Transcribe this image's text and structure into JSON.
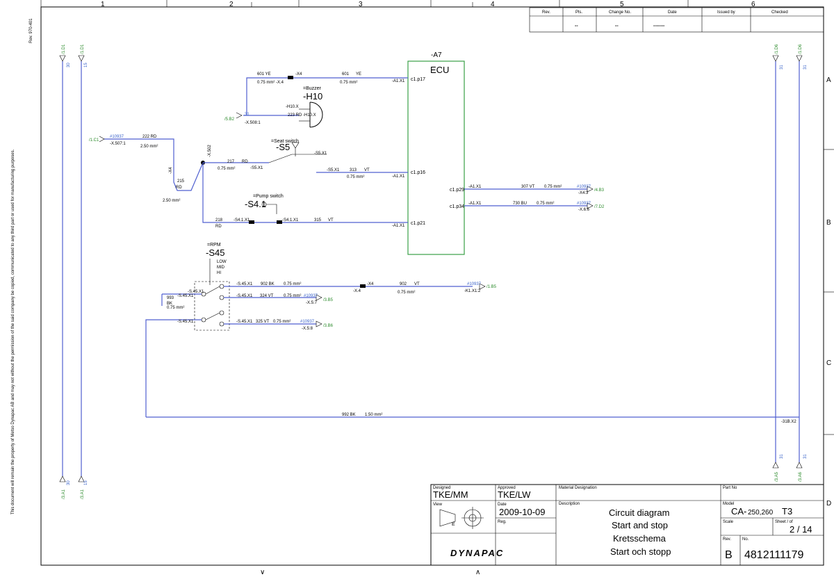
{
  "border": {
    "columns": [
      "1",
      "2",
      "3",
      "4",
      "5",
      "6"
    ],
    "rows": [
      "A",
      "B",
      "C",
      "D"
    ],
    "rev_code": "Rev. 970-401",
    "side_note": "This document will remain the property of Metso Dynapac AB and may not without the permission of the said company be copied, communicated to any third part or used for manufacturing purposes."
  },
  "revision_table": {
    "headers": [
      "Rev.",
      "Pls.",
      "Change No.",
      "Date",
      "Issued by",
      "Checked"
    ],
    "row": [
      "",
      "--",
      "--",
      "-------",
      "",
      ""
    ]
  },
  "ecu": {
    "ref": "-A7",
    "name": "ECU",
    "pins": [
      "c1.p17",
      "c1.p16",
      "c1.p21",
      "c1.p29",
      "c1.p34"
    ]
  },
  "components": {
    "buzzer_desc": "=Buzzer",
    "buzzer_ref": "-H10",
    "seat_desc": "=Seat switch",
    "seat_ref": "-S5",
    "pump_desc": "=Pump switch",
    "pump_ref": "-S4.1",
    "rpm_desc": "=RPM",
    "rpm_ref": "-S45",
    "rpm_positions": [
      "LOW",
      "MID",
      "HI"
    ]
  },
  "wires": {
    "w601_a": "601 YE",
    "w601_b": "601",
    "ye": "YE",
    "w223": "223 RD",
    "w222": "222 RD",
    "w217": "217",
    "rd": "RD",
    "w215": "215",
    "w313": "313",
    "vt": "VT",
    "w218": "218",
    "w315": "315",
    "w307": "307 VT",
    "w730": "730 BU",
    "w902bk": "902 BK",
    "w324": "324 VT",
    "w325": "325 VT",
    "w902": "902",
    "w993": "993",
    "bk": "BK",
    "w992": "992 BK",
    "s075": "0.75 mm²",
    "s250": "2.50 mm²",
    "s150": "1.50 mm²"
  },
  "refs": {
    "r1d1": "/1.D1",
    "r1c1": "/1.C1",
    "r5b2": "/5.B2",
    "r4b3": "/4.B3",
    "r7d2": "/7.D2",
    "r1b5": "/1.B5",
    "r3b5": "/3.B5",
    "r3b6": "/3.B6",
    "r1d6": "/1.D6",
    "r3a5": "/3.A5",
    "r3a6": "/3.A6",
    "r3a1": "/3.A1",
    "ref10937": "#10937",
    "n30": "30",
    "n15": "15",
    "n31": "31",
    "n31b": "31"
  },
  "connectors": {
    "x4": "-X4",
    "x4b": "-X.4",
    "a1x1": "-A1.X1",
    "h10x": "-H10.X",
    "x508": "-X.508:1",
    "x507": "-X.507:1",
    "x502": "-X.502",
    "s5x1": "-S5.X1",
    "s41x1": "-S4.1.X1",
    "x43": "-X4:3",
    "x66": "-X.6:6",
    "s45x1": "-S.45.X1",
    "x57": "-X.5:7",
    "x58": "-X.5:8",
    "k1x12": "-K1.X1:2",
    "b31x2": "-31B.X2"
  },
  "title_block": {
    "designed_label": "Designed",
    "designed": "TKE/MM",
    "approved_label": "Approved",
    "approved": "TKE/LW",
    "view_label": "View",
    "view_letter": "E",
    "date_label": "Date",
    "date": "2009-10-09",
    "reg_label": "Reg.",
    "material_label": "Material Designation",
    "description_label": "Description",
    "description": [
      "Circuit diagram",
      "Start and stop",
      "Kretsschema",
      "Start och stopp"
    ],
    "part_no_label": "Part No",
    "model_label": "Model",
    "model_prefix": "CA-",
    "model_mid": "250,260",
    "model_suffix": "T3",
    "scale_label": "Scale",
    "sheet_label": "Sheet / of",
    "sheet": "2 / 14",
    "rev_label": "Rev.",
    "rev": "B",
    "no_label": "No.",
    "number": "4812111179",
    "brand": "DYNAPAC"
  }
}
